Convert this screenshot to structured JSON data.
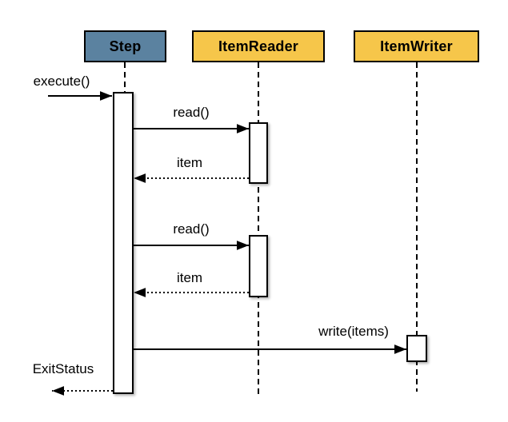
{
  "diagram": {
    "type": "uml-sequence-diagram",
    "actors": [
      {
        "name": "Step",
        "fill": "#5b82a0"
      },
      {
        "name": "ItemReader",
        "fill": "#f6c64a"
      },
      {
        "name": "ItemWriter",
        "fill": "#f6c64a"
      }
    ],
    "messages": [
      {
        "label": "execute()",
        "type": "sync-call",
        "from": "external-caller",
        "to": "Step"
      },
      {
        "label": "read()",
        "type": "sync-call",
        "from": "Step",
        "to": "ItemReader"
      },
      {
        "label": "item",
        "type": "return",
        "from": "ItemReader",
        "to": "Step"
      },
      {
        "label": "read()",
        "type": "sync-call",
        "from": "Step",
        "to": "ItemReader"
      },
      {
        "label": "item",
        "type": "return",
        "from": "ItemReader",
        "to": "Step"
      },
      {
        "label": "write(items)",
        "type": "sync-call",
        "from": "Step",
        "to": "ItemWriter"
      },
      {
        "label": "ExitStatus",
        "type": "return",
        "from": "Step",
        "to": "external-caller"
      }
    ],
    "colors": {
      "step_fill": "#5b82a0",
      "reader_writer_fill": "#f6c64a",
      "border": "#000000",
      "line": "#000000",
      "background": "#ffffff"
    }
  }
}
